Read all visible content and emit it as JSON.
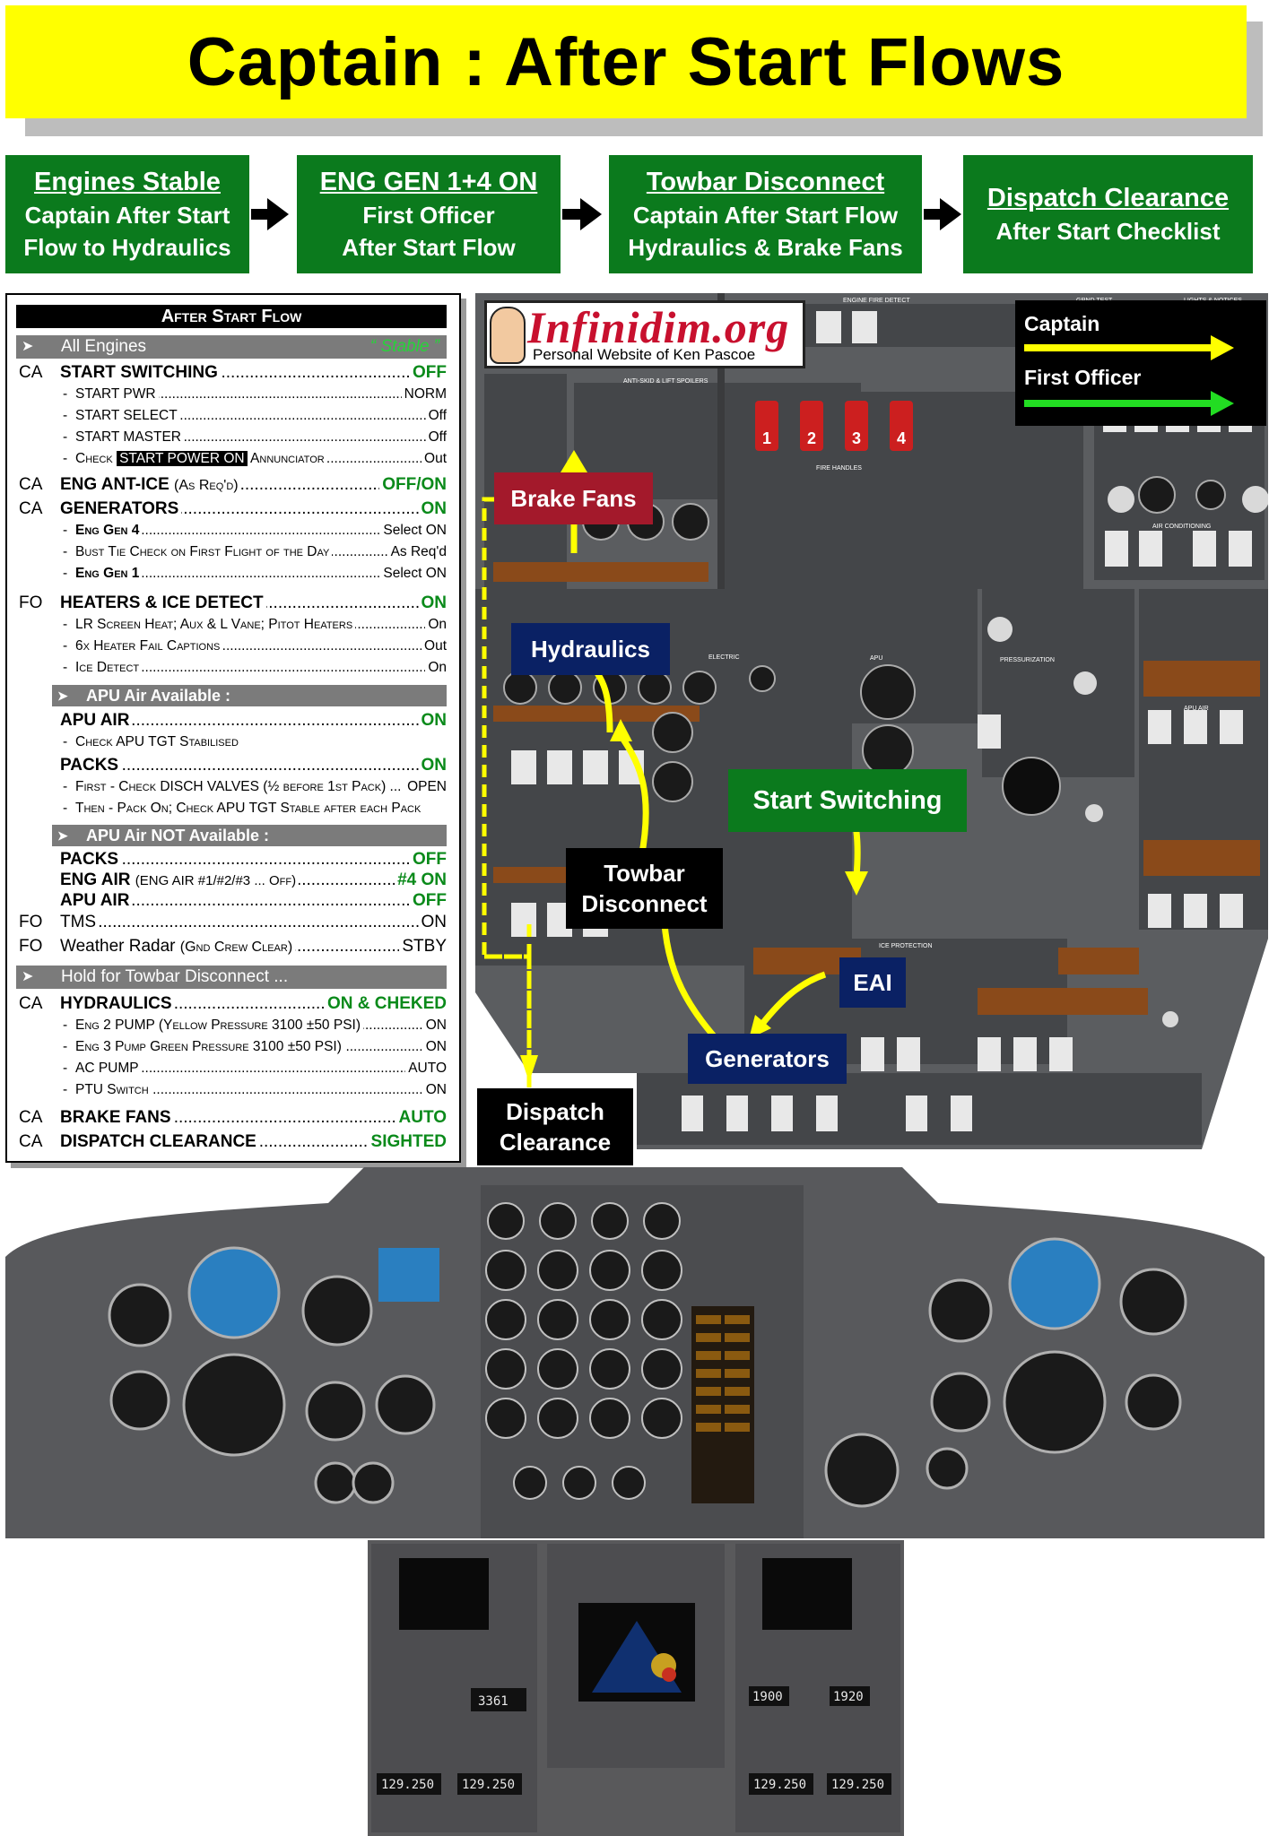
{
  "title": "Captain : After Start Flows",
  "flow_boxes": [
    {
      "heading": "Engines Stable",
      "lines": [
        "Captain After Start",
        "Flow to Hydraulics"
      ]
    },
    {
      "heading": "ENG GEN 1+4 ON",
      "lines": [
        "First Officer",
        "After Start Flow"
      ]
    },
    {
      "heading": "Towbar Disconnect",
      "lines": [
        "Captain After Start Flow",
        "Hydraulics & Brake Fans"
      ]
    },
    {
      "heading": "Dispatch Clearance",
      "lines": [
        "After Start Checklist"
      ]
    }
  ],
  "checklist": {
    "header": "After Start Flow",
    "sections": {
      "all_engines": {
        "label": "All Engines",
        "status": "“ Stable ”"
      },
      "apu_available": {
        "label": "APU Air Available :"
      },
      "apu_not_available": {
        "label": "APU Air NOT Available :"
      },
      "hold_towbar": {
        "label": "Hold for Towbar Disconnect ..."
      }
    },
    "start_switching": {
      "who": "CA",
      "label": "START SWITCHING",
      "value": "OFF",
      "subs": [
        {
          "label": "START PWR",
          "value": "NORM"
        },
        {
          "label": "START SELECT",
          "value": "Off"
        },
        {
          "label": "START MASTER",
          "value": "Off"
        },
        {
          "label_pre": "Check",
          "label_badge": "START POWER ON",
          "label_post": "Annunciator",
          "value": "Out"
        }
      ]
    },
    "eng_anti_ice": {
      "who": "CA",
      "label": "ENG ANT-ICE",
      "label_note": "(As Req'd)",
      "value": "OFF/ON"
    },
    "generators": {
      "who": "CA",
      "label": "GENERATORS",
      "value": "ON",
      "subs": [
        {
          "label": "Eng Gen 4",
          "value": "Select ON"
        },
        {
          "label": "Bust Tie Check on First Flight of the Day",
          "value": "As Req'd"
        },
        {
          "label": "Eng Gen 1",
          "value": "Select ON"
        }
      ]
    },
    "heaters": {
      "who": "FO",
      "label": "HEATERS & ICE DETECT",
      "value": "ON",
      "subs": [
        {
          "label": "LR Screen Heat; Aux & L Vane; Pitot Heaters",
          "value": "On"
        },
        {
          "label": "6x Heater Fail Captions",
          "value": "Out"
        },
        {
          "label": "Ice Detect",
          "value": "On"
        }
      ]
    },
    "apu_air": {
      "label": "APU AIR",
      "value": "ON",
      "subs": [
        {
          "label": "Check APU TGT Stabilised"
        }
      ]
    },
    "packs": {
      "label": "PACKS",
      "value": "ON",
      "subs": [
        {
          "label": "First - Check DISCH VALVES (½ before 1st Pack) ...",
          "value": "OPEN"
        },
        {
          "label": "Then - Pack On; Check APU TGT Stable after each Pack"
        }
      ]
    },
    "packs_off": {
      "label": "PACKS",
      "value": "OFF"
    },
    "eng_air": {
      "label": "ENG AIR",
      "label_note": "(ENG AIR #1/#2/#3 ... Off)",
      "value": "#4 ON"
    },
    "apu_air_off": {
      "label": "APU AIR",
      "value": "OFF"
    },
    "tms": {
      "who": "FO",
      "label": "TMS",
      "value": "ON"
    },
    "weather_radar": {
      "who": "FO",
      "label": "Weather Radar",
      "label_note": "(Gnd Crew Clear)",
      "value": "STBY"
    },
    "hydraulics": {
      "who": "CA",
      "label": "HYDRAULICS",
      "value": "ON & CHEKED",
      "subs": [
        {
          "label": "Eng 2 PUMP (Yellow Pressure 3100 ±50 PSI)",
          "value": "ON"
        },
        {
          "label": "Eng 3 Pump Green Pressure 3100 ±50 PSI)",
          "value": "ON"
        },
        {
          "label": "AC PUMP",
          "value": "AUTO"
        },
        {
          "label": "PTU Switch",
          "value": "ON"
        }
      ]
    },
    "brake_fans": {
      "who": "CA",
      "label": "BRAKE FANS",
      "value": "AUTO"
    },
    "dispatch": {
      "who": "CA",
      "label": "DISPATCH CLEARANCE",
      "value": "SIGHTED"
    }
  },
  "overhead": {
    "logo_title": "Infinidim.org",
    "logo_sub": "Personal Website of Ken Pascoe",
    "legend": {
      "captain": "Captain",
      "first_officer": "First Officer",
      "captain_color": "#ffff00",
      "fo_color": "#22dd22"
    },
    "labels": {
      "brake_fans": "Brake Fans",
      "hydraulics": "Hydraulics",
      "start_switching": "Start Switching",
      "towbar": "Towbar Disconnect",
      "eai": "EAI",
      "generators": "Generators",
      "dispatch": "Dispatch Clearance"
    },
    "fire_handles": [
      "1",
      "2",
      "3",
      "4"
    ],
    "panel_titles": [
      "ENGINE FIRE DETECT",
      "GRND TEST",
      "LIGHTS & NOTICES",
      "ANTI-SKID & LIFT SPOILERS",
      "FIRE HANDLES",
      "ELECTRIC",
      "APU",
      "PRESSURIZATION",
      "AIR CONDITIONING",
      "ICE PROTECTION",
      "APU AIR"
    ]
  },
  "pedestal": {
    "atc_code": "3361",
    "adf_left": "1900",
    "adf_right": "1920",
    "com_freqs": [
      "129.250",
      "129.250",
      "129.250",
      "129.250"
    ]
  },
  "colors": {
    "title_bg": "#ffff00",
    "flow_green": "#0b7a1d",
    "value_green": "#0a8a1a",
    "brake_fans_red": "#a3192b",
    "navy": "#0a2164",
    "panel_gray": "#5b5d60"
  }
}
